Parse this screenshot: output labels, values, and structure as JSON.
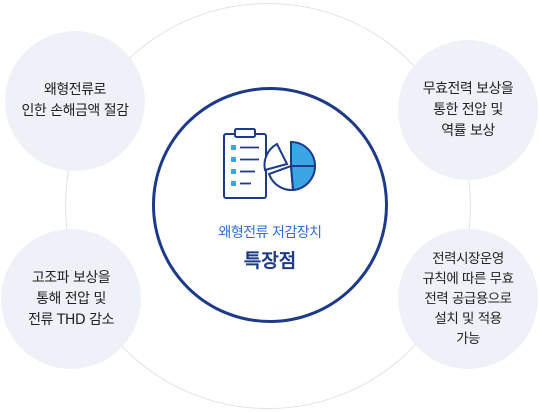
{
  "center": {
    "subtitle": "왜형전류 저감장치",
    "title": "특장점",
    "icon": "clipboard-pie-chart-icon",
    "colors": {
      "ring": "#1d3a8a",
      "accent": "#3aa6e6",
      "subtitle": "#2f6fd6"
    }
  },
  "features": [
    {
      "text": "왜형전류로\n인한 손해금액 절감"
    },
    {
      "text": "무효전력 보상을\n통한 전압 및\n역률 보상"
    },
    {
      "text": "고조파 보상을\n통해 전압 및\n전류 THD 감소"
    },
    {
      "text": "전력시장운영\n규칙에 따른 무효\n전력 공급용으로\n설치 및 적용\n가능"
    }
  ]
}
